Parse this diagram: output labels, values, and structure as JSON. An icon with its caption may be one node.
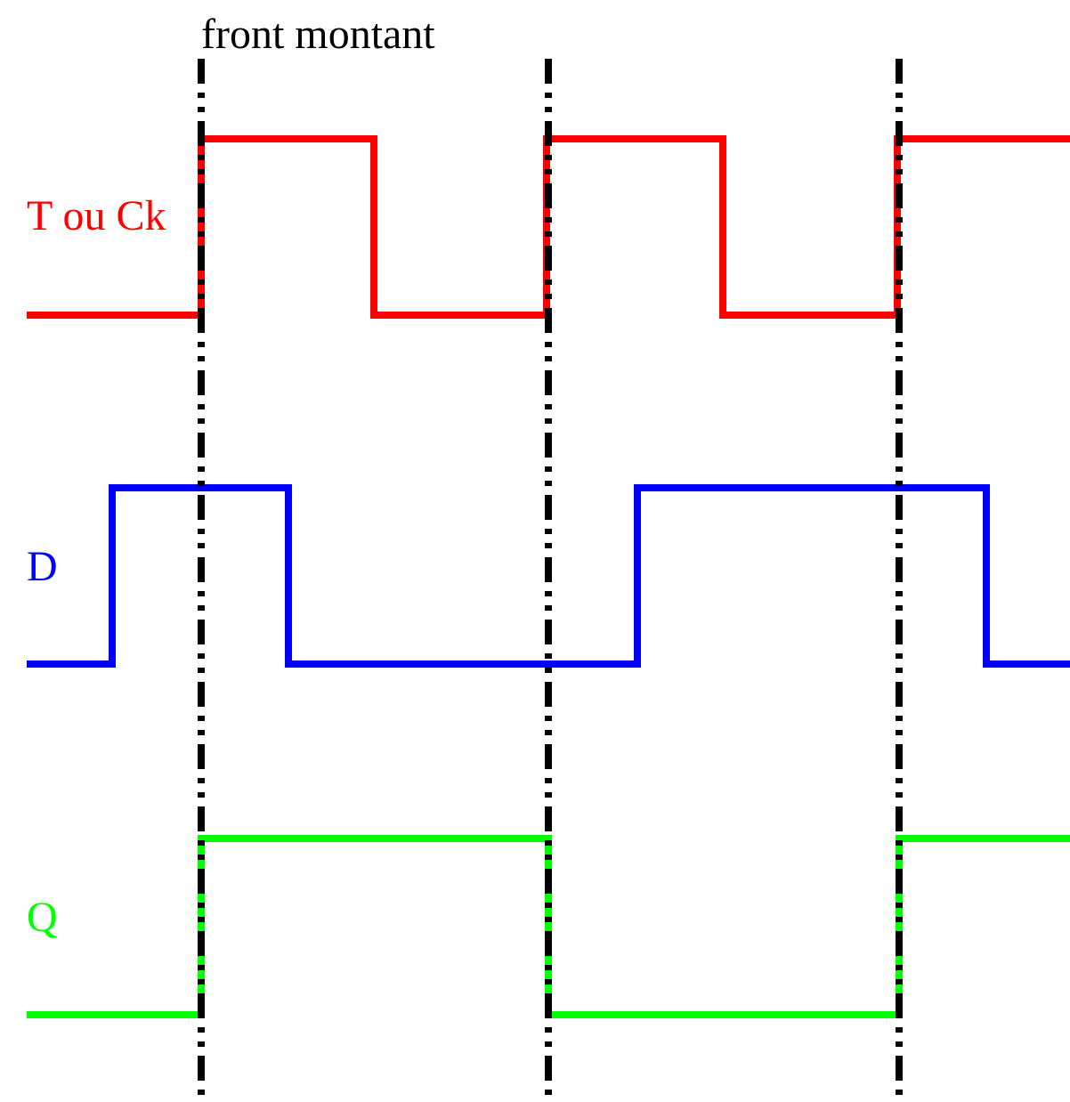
{
  "diagram": {
    "labels": [
      "front montant",
      "T ou Ck",
      "D",
      "Q"
    ]
  }
}
